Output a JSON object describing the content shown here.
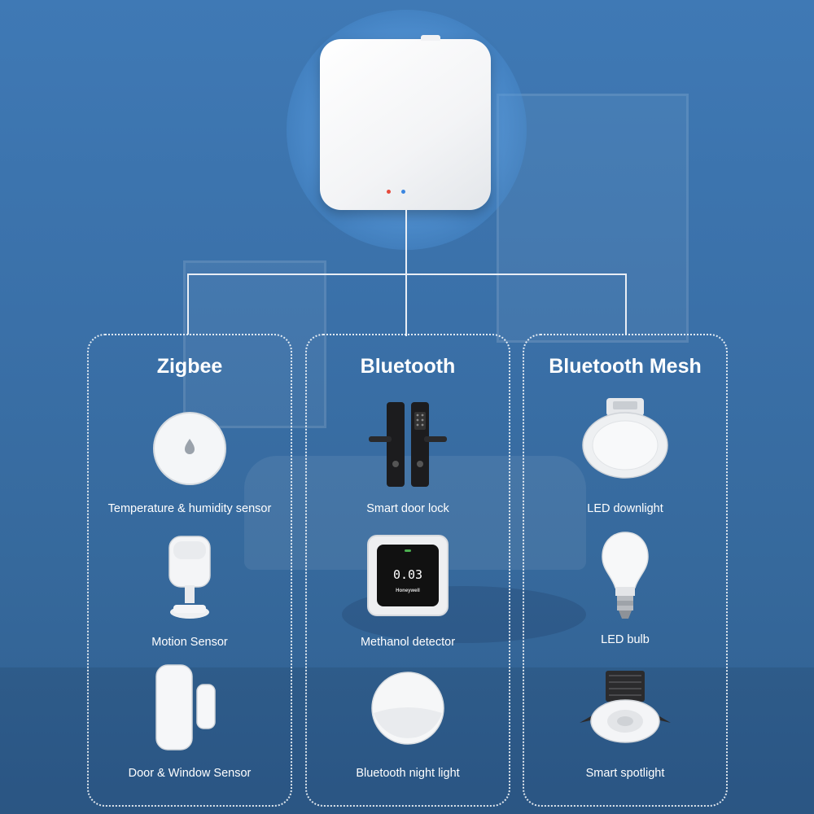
{
  "categories": [
    {
      "title": "Zigbee",
      "devices": [
        {
          "label": "Temperature & humidity sensor",
          "icon": "temperature-humidity-sensor-icon"
        },
        {
          "label": "Motion Sensor",
          "icon": "motion-sensor-icon"
        },
        {
          "label": "Door & Window Sensor",
          "icon": "door-window-sensor-icon"
        }
      ]
    },
    {
      "title": "Bluetooth",
      "devices": [
        {
          "label": "Smart door lock",
          "icon": "smart-door-lock-icon"
        },
        {
          "label": "Methanol detector",
          "icon": "methanol-detector-icon",
          "display_value": "0.03",
          "brand": "Honeywell"
        },
        {
          "label": "Bluetooth night light",
          "icon": "night-light-icon"
        }
      ]
    },
    {
      "title": "Bluetooth Mesh",
      "devices": [
        {
          "label": "LED downlight",
          "icon": "led-downlight-icon"
        },
        {
          "label": "LED bulb",
          "icon": "led-bulb-icon"
        },
        {
          "label": "Smart spotlight",
          "icon": "smart-spotlight-icon"
        }
      ]
    }
  ],
  "colors": {
    "background": "#3a70a8",
    "text": "#ffffff",
    "led_red": "#e64a3c",
    "led_blue": "#3b86e0"
  }
}
